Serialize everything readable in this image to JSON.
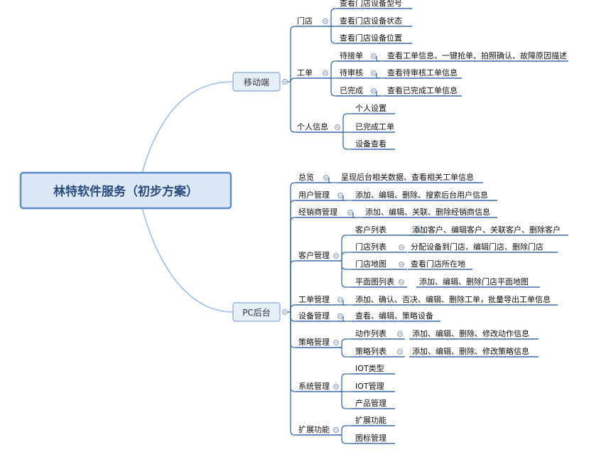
{
  "root": {
    "label": "林特软件服务（初步方案）"
  },
  "branches": [
    {
      "label": "移动端",
      "children": [
        {
          "label": "门店",
          "children": [
            {
              "label": "查看门店设备型号"
            },
            {
              "label": "查看门店设备状态"
            },
            {
              "label": "查看门店设备位置"
            }
          ]
        },
        {
          "label": "工单",
          "children": [
            {
              "label": "待接单",
              "children": [
                {
                  "label": "查看工单信息、一键抢单、拍照确认、故障原因描述"
                }
              ]
            },
            {
              "label": "待审核",
              "children": [
                {
                  "label": "查看待审核工单信息"
                }
              ]
            },
            {
              "label": "已完成",
              "children": [
                {
                  "label": "查看已完成工单信息"
                }
              ]
            }
          ]
        },
        {
          "label": "个人信息",
          "children": [
            {
              "label": "个人设置"
            },
            {
              "label": "已完成工单"
            },
            {
              "label": "设备查看"
            }
          ]
        }
      ]
    },
    {
      "label": "PC后台",
      "children": [
        {
          "label": "总览",
          "children": [
            {
              "label": "呈现后台相关数据、查看相关工单信息"
            }
          ]
        },
        {
          "label": "用户管理",
          "children": [
            {
              "label": "添加、编辑、删除、搜索后台用户信息"
            }
          ]
        },
        {
          "label": "经销商管理",
          "children": [
            {
              "label": "添加、编辑、关联、删除经销商信息"
            }
          ]
        },
        {
          "label": "客户管理",
          "children": [
            {
              "label": "客户列表",
              "children": [
                {
                  "label": "添加客户、编辑客户、关联客户、删除客户"
                }
              ]
            },
            {
              "label": "门店列表",
              "children": [
                {
                  "label": "分配设备到门店、编辑门店、删除门店"
                }
              ]
            },
            {
              "label": "门店地图",
              "children": [
                {
                  "label": "查看门店所在地"
                }
              ]
            },
            {
              "label": "平面图列表",
              "children": [
                {
                  "label": "添加、编辑、删除门店平面地图"
                }
              ]
            }
          ]
        },
        {
          "label": "工单管理",
          "children": [
            {
              "label": "添加、确认、否决、编辑、删除工单，批量导出工单信息"
            }
          ]
        },
        {
          "label": "设备管理",
          "children": [
            {
              "label": "查看、编辑、策略设备"
            }
          ]
        },
        {
          "label": "策略管理",
          "children": [
            {
              "label": "动作列表",
              "children": [
                {
                  "label": "添加、编辑、删除、修改动作信息"
                }
              ]
            },
            {
              "label": "策略列表",
              "children": [
                {
                  "label": "添加、编辑、删除、修改策略信息"
                }
              ]
            }
          ]
        },
        {
          "label": "系统管理",
          "children": [
            {
              "label": "IOT类型"
            },
            {
              "label": "IOT管理"
            },
            {
              "label": "产品管理"
            }
          ]
        },
        {
          "label": "扩展功能",
          "children": [
            {
              "label": "扩展功能"
            },
            {
              "label": "图标管理"
            }
          ]
        }
      ]
    }
  ],
  "colors": {
    "line": "#3c6aa8",
    "branch": "#a9c4e6",
    "root_fill": "#dbe7f5",
    "root_stroke": "#5b8ccc",
    "collapse": "#7a95b8"
  },
  "icons": {
    "collapse": "collapse-icon"
  }
}
